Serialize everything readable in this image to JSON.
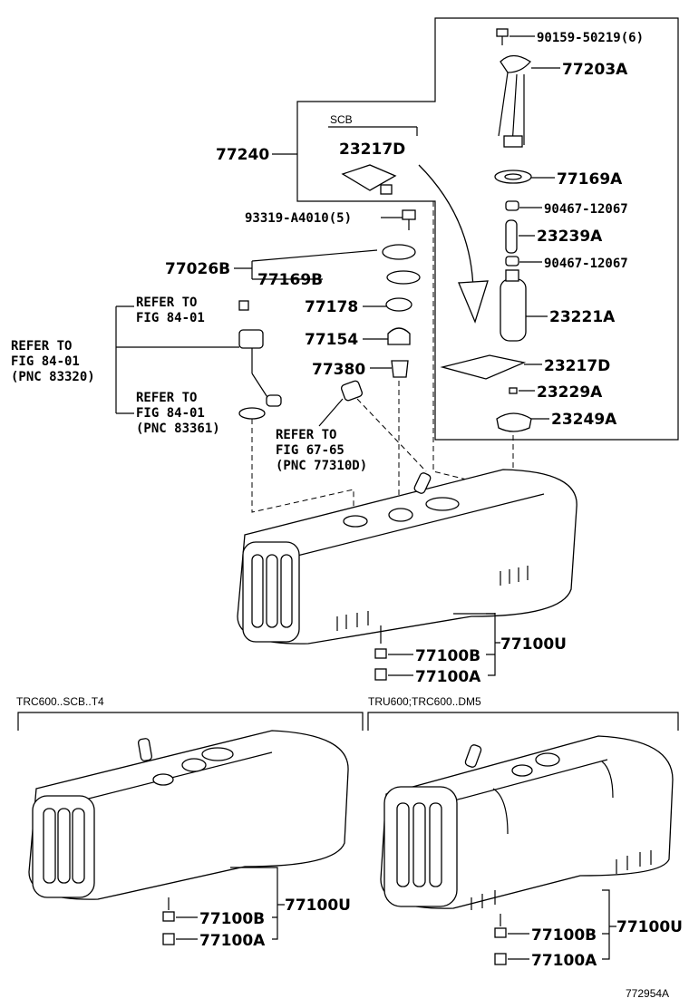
{
  "labels": {
    "p90159": "90159-50219(6)",
    "p77203a": "77203A",
    "p77240": "77240",
    "scb": "SCB",
    "p23217d_top": "23217D",
    "p77169a": "77169A",
    "p90467_a": "90467-12067",
    "p93319": "93319-A4010(5)",
    "p23239a": "23239A",
    "p77026b": "77026B",
    "p77169b": "77169B",
    "p90467_b": "90467-12067",
    "p77178": "77178",
    "p23221a": "23221A",
    "p77154": "77154",
    "p77380": "77380",
    "p23217d_bot": "23217D",
    "p23229a": "23229A",
    "p23249a": "23249A",
    "refer1_l1": "REFER TO",
    "refer1_l2": "FIG 84-01",
    "refer2_l1": "REFER TO",
    "refer2_l2": "FIG 84-01",
    "refer2_l3": "(PNC 83320)",
    "refer3_l1": "REFER TO",
    "refer3_l2": "FIG 84-01",
    "refer3_l3": "(PNC 83361)",
    "refer4_l1": "REFER TO",
    "refer4_l2": "FIG 67-65",
    "refer4_l3": "(PNC 77310D)",
    "p77100b_main": "77100B",
    "p77100a_main": "77100A",
    "p77100u_main": "77100U",
    "variant_left": "TRC600..SCB..T4",
    "variant_right": "TRU600;TRC600..DM5",
    "p77100b_left": "77100B",
    "p77100a_left": "77100A",
    "p77100u_left": "77100U",
    "p77100b_right": "77100B",
    "p77100a_right": "77100A",
    "p77100u_right": "77100U",
    "fig_code": "772954A"
  }
}
